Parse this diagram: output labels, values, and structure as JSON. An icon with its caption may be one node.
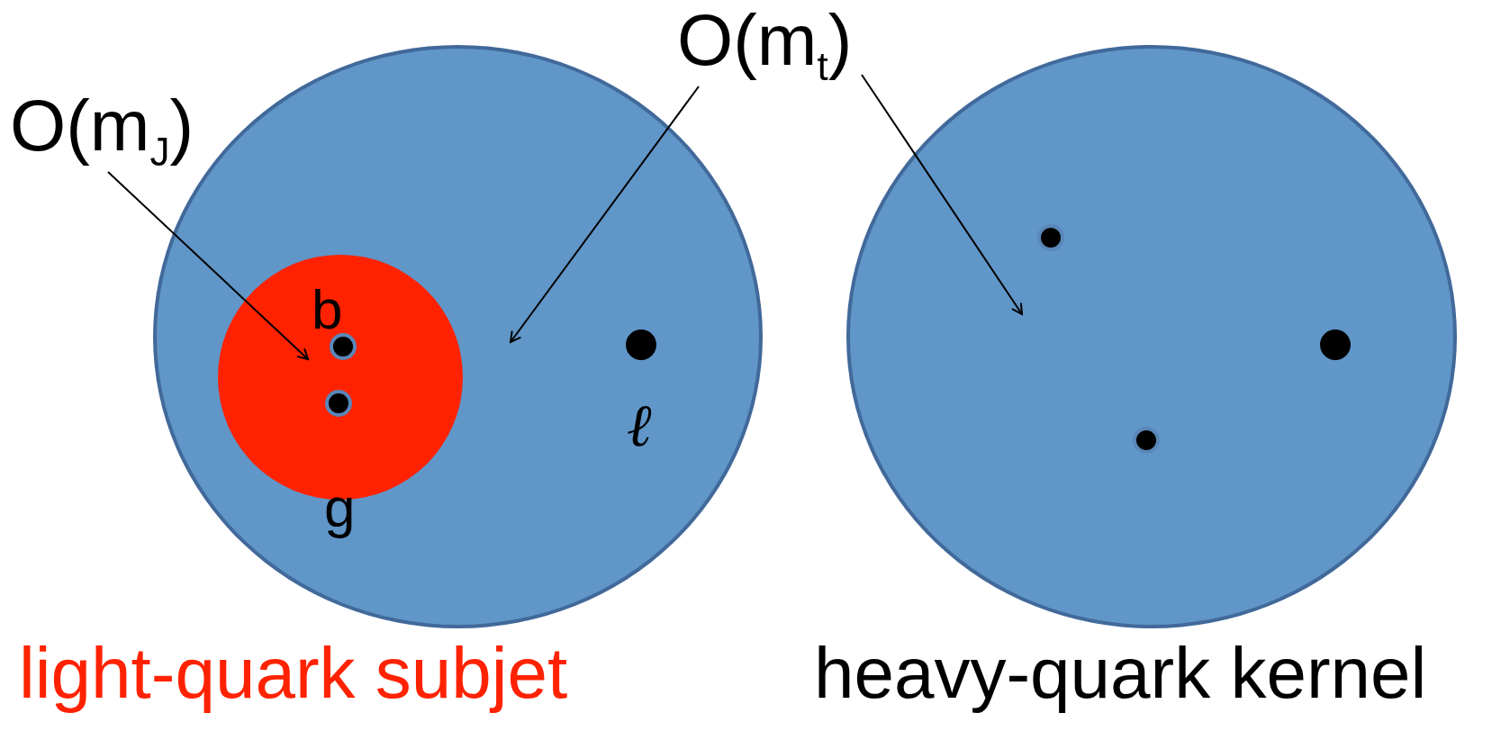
{
  "diagram": {
    "nodes": [
      {
        "text": [
          "O(m$_{J}$)"
        ]
      },
      {
        "text": [
          "O(m$_{t}$)"
        ]
      },
      {
        "text": [],
        "shape": "circle",
        "beside": [
          "light-quark subjet"
        ]
      },
      {
        "text": [
          "b",
          "g"
        ],
        "in": 2
      },
      {
        "text": [],
        "shape": "circle",
        "beside": [
          "heavy-quark kernel"
        ]
      }
    ],
    "edges": [
      {
        "from": 0,
        "to": 3,
        "arrow": "to"
      },
      {
        "from": 1,
        "to": 2,
        "arrow": "to"
      },
      {
        "from": 1,
        "to": 4,
        "arrow": "to"
      }
    ],
    "labels": [
      "ℓ"
    ]
  }
}
